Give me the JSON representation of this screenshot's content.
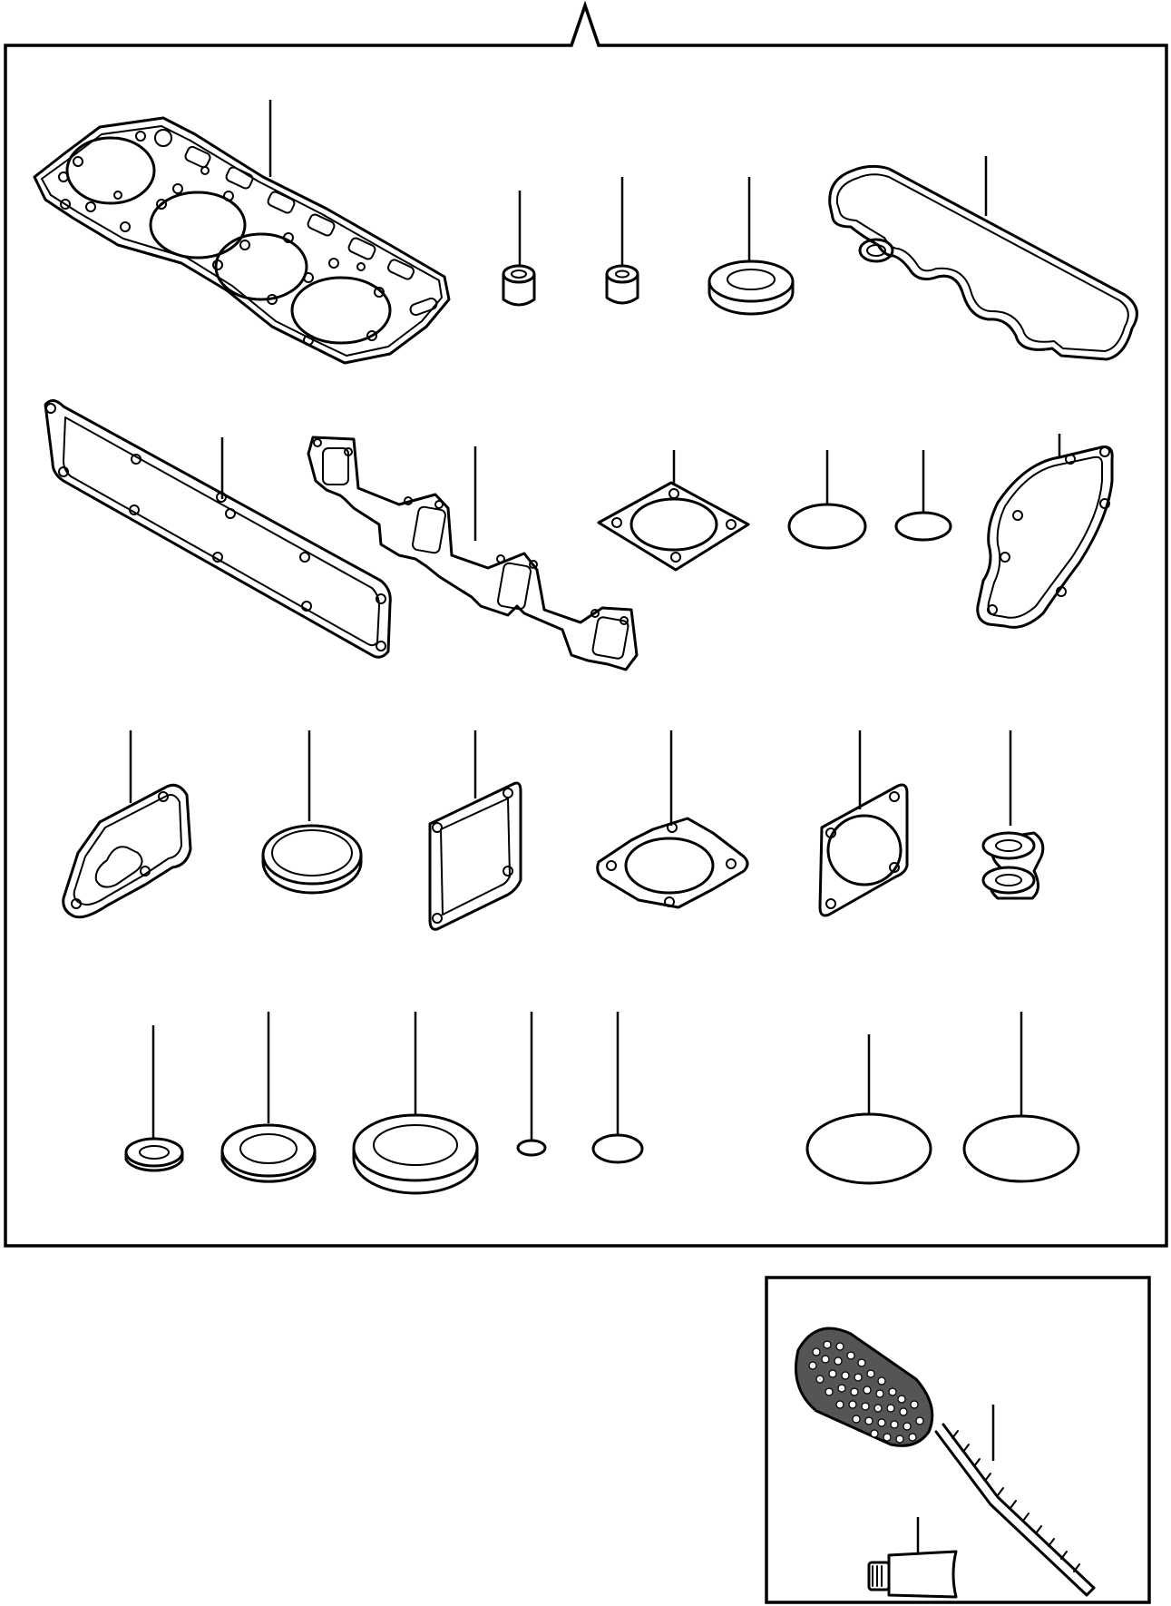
{
  "diagram": {
    "main_panel": "gasket-kit",
    "inset_panel": "cylinder-hone-tool",
    "parts_rows": [
      [
        "cylinder-head-gasket",
        "valve-stem-seal",
        "spacer-collar",
        "sealing-washer",
        "valve-cover-gasket"
      ],
      [
        "exhaust-manifold-gasket",
        "intake-manifold-gasket",
        "flange-gasket",
        "o-ring-large",
        "o-ring-small",
        "water-pump-gasket"
      ],
      [
        "thermostat-housing-gasket",
        "thermostat-seal-ring",
        "cover-gasket",
        "pump-flange-gasket",
        "square-flange-gasket",
        "double-seal-washer"
      ],
      [
        "copper-washer-small",
        "copper-washer-medium",
        "copper-washer-large",
        "o-ring-tiny",
        "o-ring-small",
        "o-ring-xl",
        "o-ring-xl"
      ]
    ],
    "inset_parts": [
      "hone-brush",
      "lubricant-tube"
    ]
  }
}
